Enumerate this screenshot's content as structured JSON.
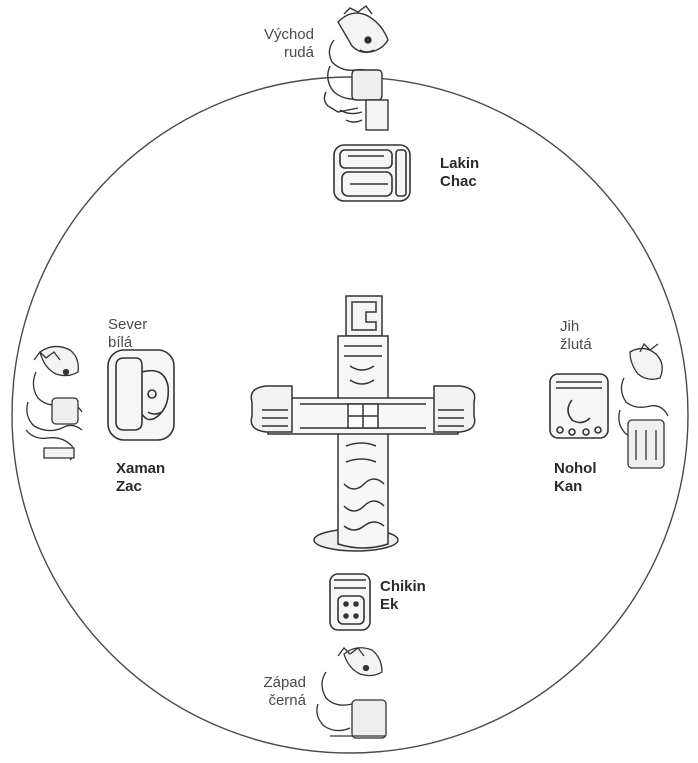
{
  "directions": {
    "east": {
      "direction": "Východ",
      "color": "rudá",
      "god_line1": "Lakin",
      "god_line2": "Chac"
    },
    "north": {
      "direction": "Sever",
      "color": "bílá",
      "god_line1": "Xaman",
      "god_line2": "Zac"
    },
    "south": {
      "direction": "Jih",
      "color": "žlutá",
      "god_line1": "Nohol",
      "god_line2": "Kan"
    },
    "west": {
      "direction": "Západ",
      "color": "černá",
      "god_line1": "Chikin",
      "god_line2": "Ek"
    }
  },
  "colors": {
    "ink": "#3a3a3a",
    "background": "#ffffff"
  }
}
